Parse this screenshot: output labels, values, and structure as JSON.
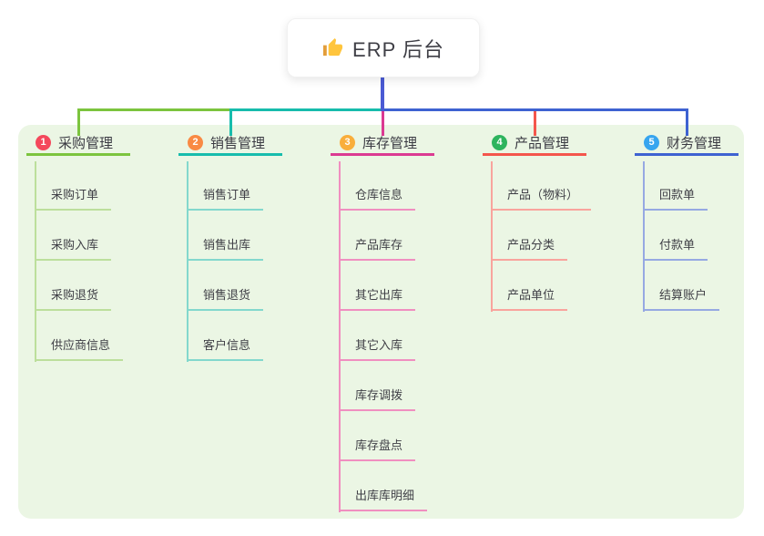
{
  "root": {
    "title": "ERP 后台",
    "icon": "thumbs-up-icon",
    "line_color": "#4A5AD4"
  },
  "panel": {
    "background_color": "#EBF6E4"
  },
  "branches": [
    {
      "number": "1",
      "label": "采购管理",
      "badge_color": "#F4485C",
      "line_color": "#7CC43E",
      "child_line_color": "#BCDF9C",
      "children": [
        "采购订单",
        "采购入库",
        "采购退货",
        "供应商信息"
      ]
    },
    {
      "number": "2",
      "label": "销售管理",
      "badge_color": "#F98A44",
      "line_color": "#17BCAC",
      "child_line_color": "#83D8CD",
      "children": [
        "销售订单",
        "销售出库",
        "销售退货",
        "客户信息"
      ]
    },
    {
      "number": "3",
      "label": "库存管理",
      "badge_color": "#F9AE3B",
      "line_color": "#DB3A92",
      "child_line_color": "#F08FC0",
      "children": [
        "仓库信息",
        "产品库存",
        "其它出库",
        "其它入库",
        "库存调拨",
        "库存盘点",
        "出库库明细"
      ]
    },
    {
      "number": "4",
      "label": "产品管理",
      "badge_color": "#2EB45E",
      "line_color": "#F4564C",
      "child_line_color": "#F9A49D",
      "children": [
        "产品（物料）",
        "产品分类",
        "产品单位"
      ]
    },
    {
      "number": "5",
      "label": "财务管理",
      "badge_color": "#37A5EF",
      "line_color": "#3E62D1",
      "child_line_color": "#96A9E2",
      "children": [
        "回款单",
        "付款单",
        "结算账户"
      ]
    }
  ]
}
